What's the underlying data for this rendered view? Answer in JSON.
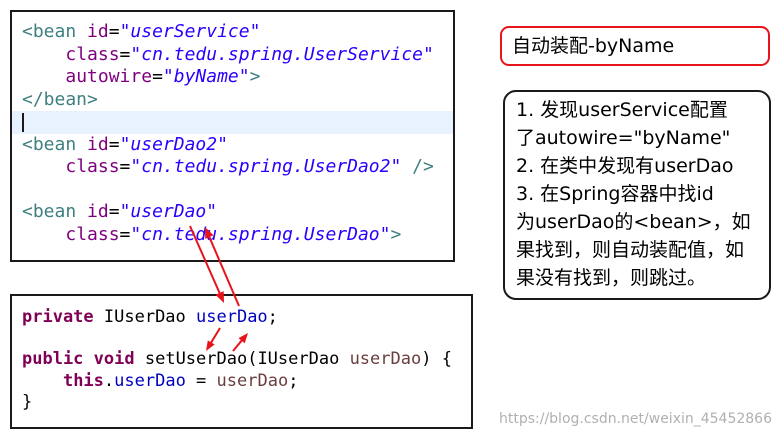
{
  "xml_editor": {
    "lines": [
      {
        "tokens": [
          {
            "tag": "<bean"
          },
          {
            "plain": " "
          },
          {
            "attr": "id"
          },
          {
            "plain": "="
          },
          {
            "val": "\"userService\""
          }
        ]
      },
      {
        "tokens": [
          {
            "plain": "    "
          },
          {
            "attr": "class"
          },
          {
            "plain": "="
          },
          {
            "val": "\"cn.tedu.spring.UserService\""
          }
        ]
      },
      {
        "tokens": [
          {
            "plain": "    "
          },
          {
            "attr": "autowire"
          },
          {
            "plain": "="
          },
          {
            "val": "\"byName\""
          },
          {
            "tag": ">"
          }
        ]
      },
      {
        "tokens": [
          {
            "tag": "</bean>"
          }
        ]
      },
      {
        "tokens": [],
        "current": true
      },
      {
        "tokens": [
          {
            "tag": "<bean"
          },
          {
            "plain": " "
          },
          {
            "attr": "id"
          },
          {
            "plain": "="
          },
          {
            "val": "\"userDao2\""
          }
        ]
      },
      {
        "tokens": [
          {
            "plain": "    "
          },
          {
            "attr": "class"
          },
          {
            "plain": "="
          },
          {
            "val": "\"cn.tedu.spring.UserDao2\""
          },
          {
            "plain": " "
          },
          {
            "tag": "/>"
          }
        ]
      },
      {
        "tokens": []
      },
      {
        "tokens": [
          {
            "tag": "<bean"
          },
          {
            "plain": " "
          },
          {
            "attr": "id"
          },
          {
            "plain": "="
          },
          {
            "val": "\"userDao\""
          }
        ]
      },
      {
        "tokens": [
          {
            "plain": "    "
          },
          {
            "attr": "class"
          },
          {
            "plain": "="
          },
          {
            "val": "\"cn.tedu.spring.UserDao\""
          },
          {
            "tag": ">"
          }
        ]
      }
    ]
  },
  "java_editor": {
    "lines": [
      {
        "tokens": [
          {
            "kw": "private"
          },
          {
            "plain": " IUserDao "
          },
          {
            "field": "userDao"
          },
          {
            "plain": ";"
          }
        ]
      },
      {
        "tokens": []
      },
      {
        "tokens": [
          {
            "kw": "public"
          },
          {
            "plain": " "
          },
          {
            "kw": "void"
          },
          {
            "plain": " setUserDao(IUserDao "
          },
          {
            "local": "userDao"
          },
          {
            "plain": ") {"
          }
        ]
      },
      {
        "tokens": [
          {
            "plain": "    "
          },
          {
            "kw": "this"
          },
          {
            "plain": "."
          },
          {
            "field": "userDao"
          },
          {
            "plain": " = "
          },
          {
            "local": "userDao"
          },
          {
            "plain": ";"
          }
        ]
      },
      {
        "tokens": [
          {
            "plain": "}"
          }
        ]
      }
    ]
  },
  "title_box": {
    "text": "自动装配-byName"
  },
  "notes": {
    "steps": [
      {
        "lines": [
          "1. 发现userService配置",
          "了autowire=\"byName\""
        ]
      },
      {
        "lines": [
          "2. 在类中发现有userDao"
        ]
      },
      {
        "lines": [
          "3. 在Spring容器中找id",
          "为userDao的<bean>，如",
          "果找到，则自动装配值，如",
          "果没有找到，则跳过。"
        ]
      }
    ]
  },
  "watermark": "https://blog.csdn.net/weixin_45452866",
  "colors": {
    "xml_tag": "#3f7f7f",
    "xml_attr_name": "#7f007f",
    "xml_attr_value": "#2a00ff",
    "java_keyword": "#7f0055",
    "java_field": "#0000c0",
    "java_local_var": "#6a3e3e",
    "current_line_bg": "#e8f2fe",
    "arrow": "#e8141c",
    "title_border": "#e8141c",
    "watermark": "#b0b0b0"
  }
}
